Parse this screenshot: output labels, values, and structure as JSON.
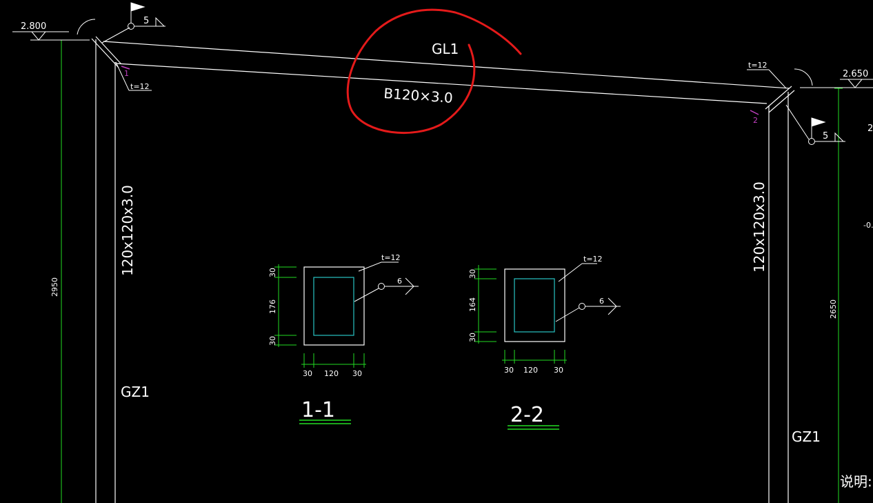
{
  "colors": {
    "background": "#000000",
    "lines": "#ffffff",
    "dimensions": "#22dd22",
    "inner_section": "#29c4c4",
    "markup_circle": "#e41a1a",
    "section_marks": "#c040c0"
  },
  "drawing": {
    "beam_name": "GL1",
    "beam_spec": "B120×3.0",
    "left_column_spec": "120x120x3.0",
    "right_column_spec": "120x120x3.0",
    "left_column_name": "GZ1",
    "right_column_name": "GZ1",
    "left_elevation": "2.800",
    "right_elevation": "2.650",
    "left_height_dim": "2950",
    "right_height_dim": "2650",
    "plate_thickness_left": "t=12",
    "plate_thickness_right": "t=12",
    "weld_size_left": "5",
    "weld_size_right": "5",
    "section_mark_left": "1",
    "section_mark_right": "2",
    "edge_fragment_1": "2",
    "edge_fragment_2": "-0.",
    "notes_label": "说明:"
  },
  "sections": [
    {
      "title": "1-1",
      "plate_label": "t=12",
      "weld_size": "6",
      "vertical_dims": [
        "30",
        "176",
        "30"
      ],
      "horizontal_dims": [
        "30",
        "120",
        "30"
      ]
    },
    {
      "title": "2-2",
      "plate_label": "t=12",
      "weld_size": "6",
      "vertical_dims": [
        "30",
        "164",
        "30"
      ],
      "horizontal_dims": [
        "30",
        "120",
        "30"
      ]
    }
  ]
}
